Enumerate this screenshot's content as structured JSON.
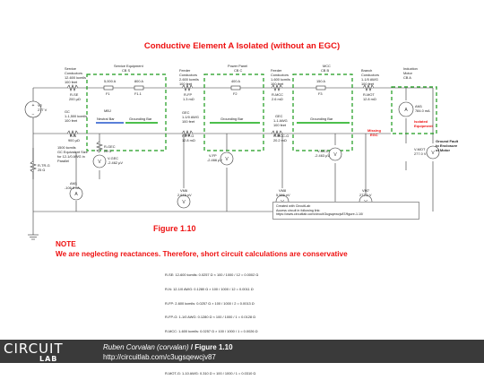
{
  "title": "Conductive Element A Isolated (without an EGC)",
  "figure_label": "Figure 1.10",
  "note": {
    "heading": "NOTE",
    "text": "We are neglecting reactances. Therefore, short circuit calculations are conservative"
  },
  "equations": [
    "R-SE: 12-600 kcmils: 0.0257 Ω × 100 / 1000 / 12 = 0.0002 Ω",
    "R-N: 12-1/0 AWG: 0.1280 Ω × 100 / 1000 / 12 = 0.0011 Ω",
    "R-FP: 2-600 kcmils: 0.0257 Ω × 100 / 1000 / 2 = 0.0013 Ω",
    "R-FP-G: 1-1/0 AWG: 0.1280 Ω × 100 / 1000 / 1 = 0.0128 Ω",
    "R-MCC: 1-600 kcmils: 0.0257 Ω × 100 / 1000 / 1 = 0.0026 Ω",
    "R-MCC-G: 1-1 AWG: 0.2020 Ω × 100 / 1000 / 1 = 0.0202 Ω",
    "R-MOT: 1-1/0 AWG: 0.1280 Ω × 100 / 1000 / 1 = 0.0128 Ω",
    "R-MOT-G: 1-10 AWG: 0.310 Ω × 100 / 1000 / 1 = 0.0310 Ω"
  ],
  "credit": [
    "Created with CircuitLab",
    "Access circuit in following link:",
    "https://www.circuitlab.com/circuit/3ugsqewcjv87/figure-1.10/"
  ],
  "footer": {
    "logo_top": "CIRCUIT",
    "logo_bottom": "LAB",
    "author": "Ruben Corvalan (corvalan)",
    "separator": " / ",
    "figure": "Figure 1.10",
    "url": "http://circuitlab.com/c3ugsqewcjv87"
  },
  "boxes": {
    "service": [
      "Service Equipment",
      "CB S"
    ],
    "power_panel": [
      "Power Panel",
      "CB C"
    ],
    "mcc": [
      "MCC",
      "CB B"
    ],
    "motor": [
      "Induction",
      "Motor",
      "CB A"
    ]
  },
  "conductor_labels": {
    "service": [
      "Service",
      "Conductors",
      "12-600 kcmils",
      "100 feet"
    ],
    "feeder1": [
      "Feeder",
      "Conductors",
      "2-600 kcmils",
      "100 feet"
    ],
    "feeder2": [
      "Feeder",
      "Conductors",
      "1-600 kcmils",
      "100 feet"
    ],
    "branch": [
      "Branch",
      "Conductors",
      "1-1/0 AWG",
      "100 feet"
    ],
    "gc": [
      "GC",
      "1-1,500 kcmils",
      "100 feet"
    ],
    "gec_mid": [
      "GEC",
      "1-1/0 AWG",
      "100 feet"
    ],
    "gec_mcc": [
      "GEC",
      "1-1 AWG",
      "100 feet"
    ],
    "gec_equiv": [
      "1500 kcmils",
      "GC Equivalent Size",
      "for 12-1/0 AWG in",
      "Parallel"
    ]
  },
  "components": {
    "v1": [
      "V2",
      "277 V"
    ],
    "r_se": [
      "R-SE",
      "200 µΩ"
    ],
    "r_fp": [
      "R-FP",
      "1.3 mΩ"
    ],
    "r_mcc": [
      "R-MCC",
      "2.6 mΩ"
    ],
    "r_mot": [
      "R-MOT",
      "12.8 mΩ"
    ],
    "r_n": [
      "R-N",
      "900 µΩ"
    ],
    "r_fp_g": [
      "R-FP-G",
      "12.8 mΩ"
    ],
    "r_mcc_g": [
      "R-MCC-G",
      "20.2 mΩ"
    ],
    "r_gec": [
      "R-GEC",
      "25 Ω"
    ],
    "r_tr_g": [
      "R-TR-G",
      "25 Ω"
    ],
    "f1": "F1",
    "f2": "F2",
    "f3": "F3",
    "f11": "F1.1",
    "f1_rating": "5,000 A",
    "f11_rating": "800 A",
    "f2_rating": "400 A",
    "f3_rating": "150 A",
    "mbj": "MBJ"
  },
  "bars": {
    "neutral": "Neutral Bar",
    "grounding1": "Grounding Bar",
    "grounding2": "Grounding Bar",
    "grounding3": "Grounding Bar"
  },
  "meters": {
    "am1": [
      "AM1",
      "784.0 mA"
    ],
    "am1_bottom": [
      "AM1",
      "-106.8 nA"
    ],
    "vgec": [
      "V-GEC",
      "-2.462 µV"
    ],
    "vfp": [
      "V-FP",
      "-2.466 µV"
    ],
    "vmcc": [
      "V-MCC",
      "-2.463 µV"
    ],
    "vmot": [
      "V-MOT",
      "277.0 V"
    ],
    "vm6": [
      "VM6",
      "2.645 nV"
    ],
    "vm8": [
      "VM8",
      "5.586 nV"
    ],
    "vm7": [
      "VM7",
      "277.0 V"
    ]
  },
  "annotations": {
    "isolated": [
      "Isolated",
      "Equipment"
    ],
    "missing": [
      "Missing",
      "EGC"
    ],
    "ground_fault": [
      "Ground Fault",
      "to Enclosure",
      "of Motor"
    ]
  },
  "colors": {
    "title_red": "#ee1111",
    "box_green": "#1a9a1a",
    "bar_blue": "#2255cc",
    "bar_green": "#11aa11",
    "footer_bg": "#3a3a3a"
  }
}
